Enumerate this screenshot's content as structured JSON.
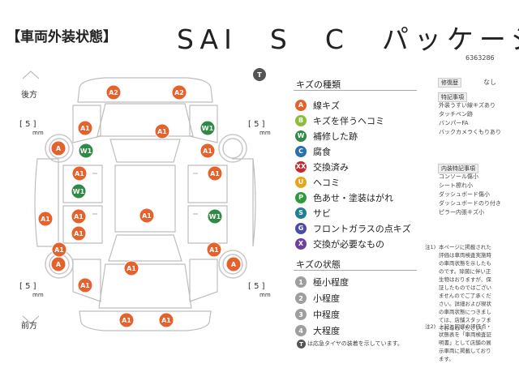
{
  "header": {
    "section_label": "【車両外装状態】",
    "car_title": "SAI　S　C　パッケージ",
    "code": "6363286"
  },
  "diagram": {
    "rear_label": "後方",
    "front_label": "前方",
    "tire_depth_value": "[ 5 ]",
    "tire_depth_unit": "mm",
    "spare_tire_mark": "T",
    "markers": [
      {
        "code": "A2",
        "color": "#e5622c"
      },
      {
        "code": "A2",
        "color": "#e5622c"
      },
      {
        "code": "A1",
        "color": "#e5622c"
      },
      {
        "code": "A1",
        "color": "#e5622c"
      },
      {
        "code": "A",
        "color": "#e5622c"
      },
      {
        "code": "W1",
        "color": "#2f8a45"
      },
      {
        "code": "W1",
        "color": "#2f8a45"
      },
      {
        "code": "A1",
        "color": "#e5622c"
      },
      {
        "code": "A1",
        "color": "#e5622c"
      },
      {
        "code": "W1",
        "color": "#2f8a45"
      },
      {
        "code": "A1",
        "color": "#e5622c"
      },
      {
        "code": "A1",
        "color": "#e5622c"
      },
      {
        "code": "A1",
        "color": "#e5622c"
      },
      {
        "code": "A1",
        "color": "#e5622c"
      },
      {
        "code": "W1",
        "color": "#2f8a45"
      },
      {
        "code": "A1",
        "color": "#e5622c"
      },
      {
        "code": "A1",
        "color": "#e5622c"
      },
      {
        "code": "A",
        "color": "#e5622c"
      },
      {
        "code": "A",
        "color": "#e5622c"
      },
      {
        "code": "A1",
        "color": "#e5622c"
      },
      {
        "code": "A1",
        "color": "#e5622c"
      },
      {
        "code": "A1",
        "color": "#e5622c"
      },
      {
        "code": "A1",
        "color": "#e5622c"
      },
      {
        "code": "A1",
        "color": "#e5622c"
      }
    ]
  },
  "legend": {
    "types_heading": "キズの種類",
    "types": [
      {
        "code": "A",
        "label": "線キズ",
        "color": "#e5622c"
      },
      {
        "code": "B",
        "label": "キズを伴うヘコミ",
        "color": "#8dbd3b"
      },
      {
        "code": "W",
        "label": "補修した跡",
        "color": "#2f8a45"
      },
      {
        "code": "C",
        "label": "腐食",
        "color": "#2b6fb3"
      },
      {
        "code": "XX",
        "label": "交換済み",
        "color": "#c4292f"
      },
      {
        "code": "U",
        "label": "ヘコミ",
        "color": "#e8a51c"
      },
      {
        "code": "P",
        "label": "色あせ・塗装はがれ",
        "color": "#2e9a3d"
      },
      {
        "code": "S",
        "label": "サビ",
        "color": "#1f7f95"
      },
      {
        "code": "G",
        "label": "フロントガラスの点キズ",
        "color": "#4b4ba8"
      },
      {
        "code": "X",
        "label": "交換が必要なもの",
        "color": "#6e3f9c"
      }
    ],
    "state_heading": "キズの状態",
    "states": [
      {
        "code": "1",
        "label": "極小程度"
      },
      {
        "code": "2",
        "label": "小程度"
      },
      {
        "code": "3",
        "label": "中程度"
      },
      {
        "code": "4",
        "label": "大程度"
      }
    ],
    "spare_note": "は応急タイヤの装着を示しています。",
    "spare_mark": "T"
  },
  "side": {
    "repair_label": "修復歴",
    "repair_value": "なし",
    "special_heading": "特記事項",
    "special_items": [
      "外装うすい線キズあり",
      "タッチペン跡",
      "バンパーFA",
      "バックカメラくもりあり"
    ],
    "interior_heading": "内装特記事項",
    "interior_items": [
      "コンソール傷小",
      "シート擦れ小",
      "ダッシュボード傷小",
      "ダッシュボードのり付き",
      "ピラー内張キズ小"
    ],
    "notes": [
      {
        "mark": "注1)",
        "text": "本ページに掲載された評価は車両検査実施時の車両状態を示したものです。除菌に伴い正生物はおりますが、保証したものではございませんのでご了承ください。詳細および現状の車両状態につきましては、店舗スタッフまでお尋ねください。"
      },
      {
        "mark": "注2)",
        "text": "上記と同様の評価点・状態表を「車両検査証明書」として店舗の展示車両に掲載しております。"
      }
    ]
  }
}
